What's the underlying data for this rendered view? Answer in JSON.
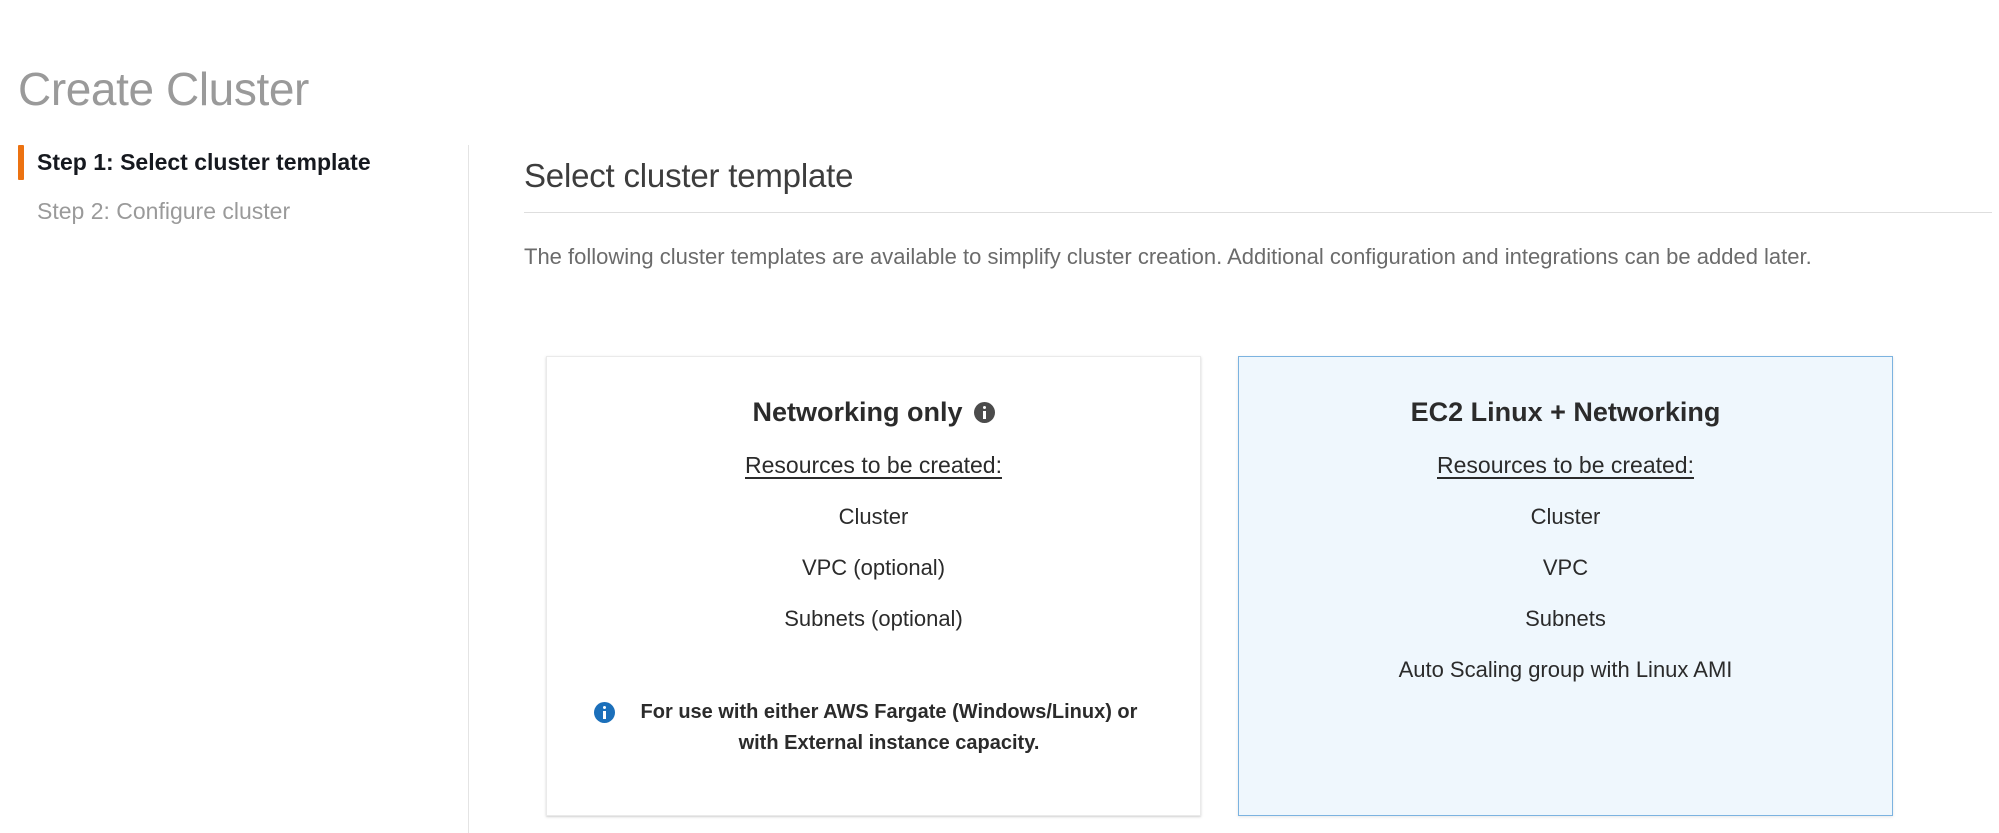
{
  "page": {
    "title": "Create Cluster"
  },
  "wizard": {
    "steps": [
      {
        "label": "Step 1: Select cluster template",
        "state": "active"
      },
      {
        "label": "Step 2: Configure cluster",
        "state": "inactive"
      }
    ],
    "accent_color": "#ec7211"
  },
  "main": {
    "heading": "Select cluster template",
    "description": "The following cluster templates are available to simplify cluster creation. Additional configuration and integrations can be added later."
  },
  "templates": [
    {
      "id": "networking-only",
      "title": "Networking only",
      "has_title_info_icon": true,
      "title_info_icon": "info-icon",
      "resources_label": "Resources to be created:",
      "resources": [
        "Cluster",
        "VPC (optional)",
        "Subnets (optional)"
      ],
      "footnote_icon": "info-icon-blue",
      "footnote": "For use with either AWS Fargate (Windows/Linux) or with External instance capacity.",
      "selected": false
    },
    {
      "id": "ec2-linux-networking",
      "title": "EC2 Linux + Networking",
      "has_title_info_icon": false,
      "resources_label": "Resources to be created:",
      "resources": [
        "Cluster",
        "VPC",
        "Subnets",
        "Auto Scaling group with Linux AMI"
      ],
      "footnote": "",
      "selected": true
    }
  ],
  "colors": {
    "accent_orange": "#ec7211",
    "selected_card_bg": "#eff7fd",
    "selected_card_border": "#7cb3e0",
    "info_blue": "#1b6fba",
    "title_gray": "#9a9a9a"
  }
}
